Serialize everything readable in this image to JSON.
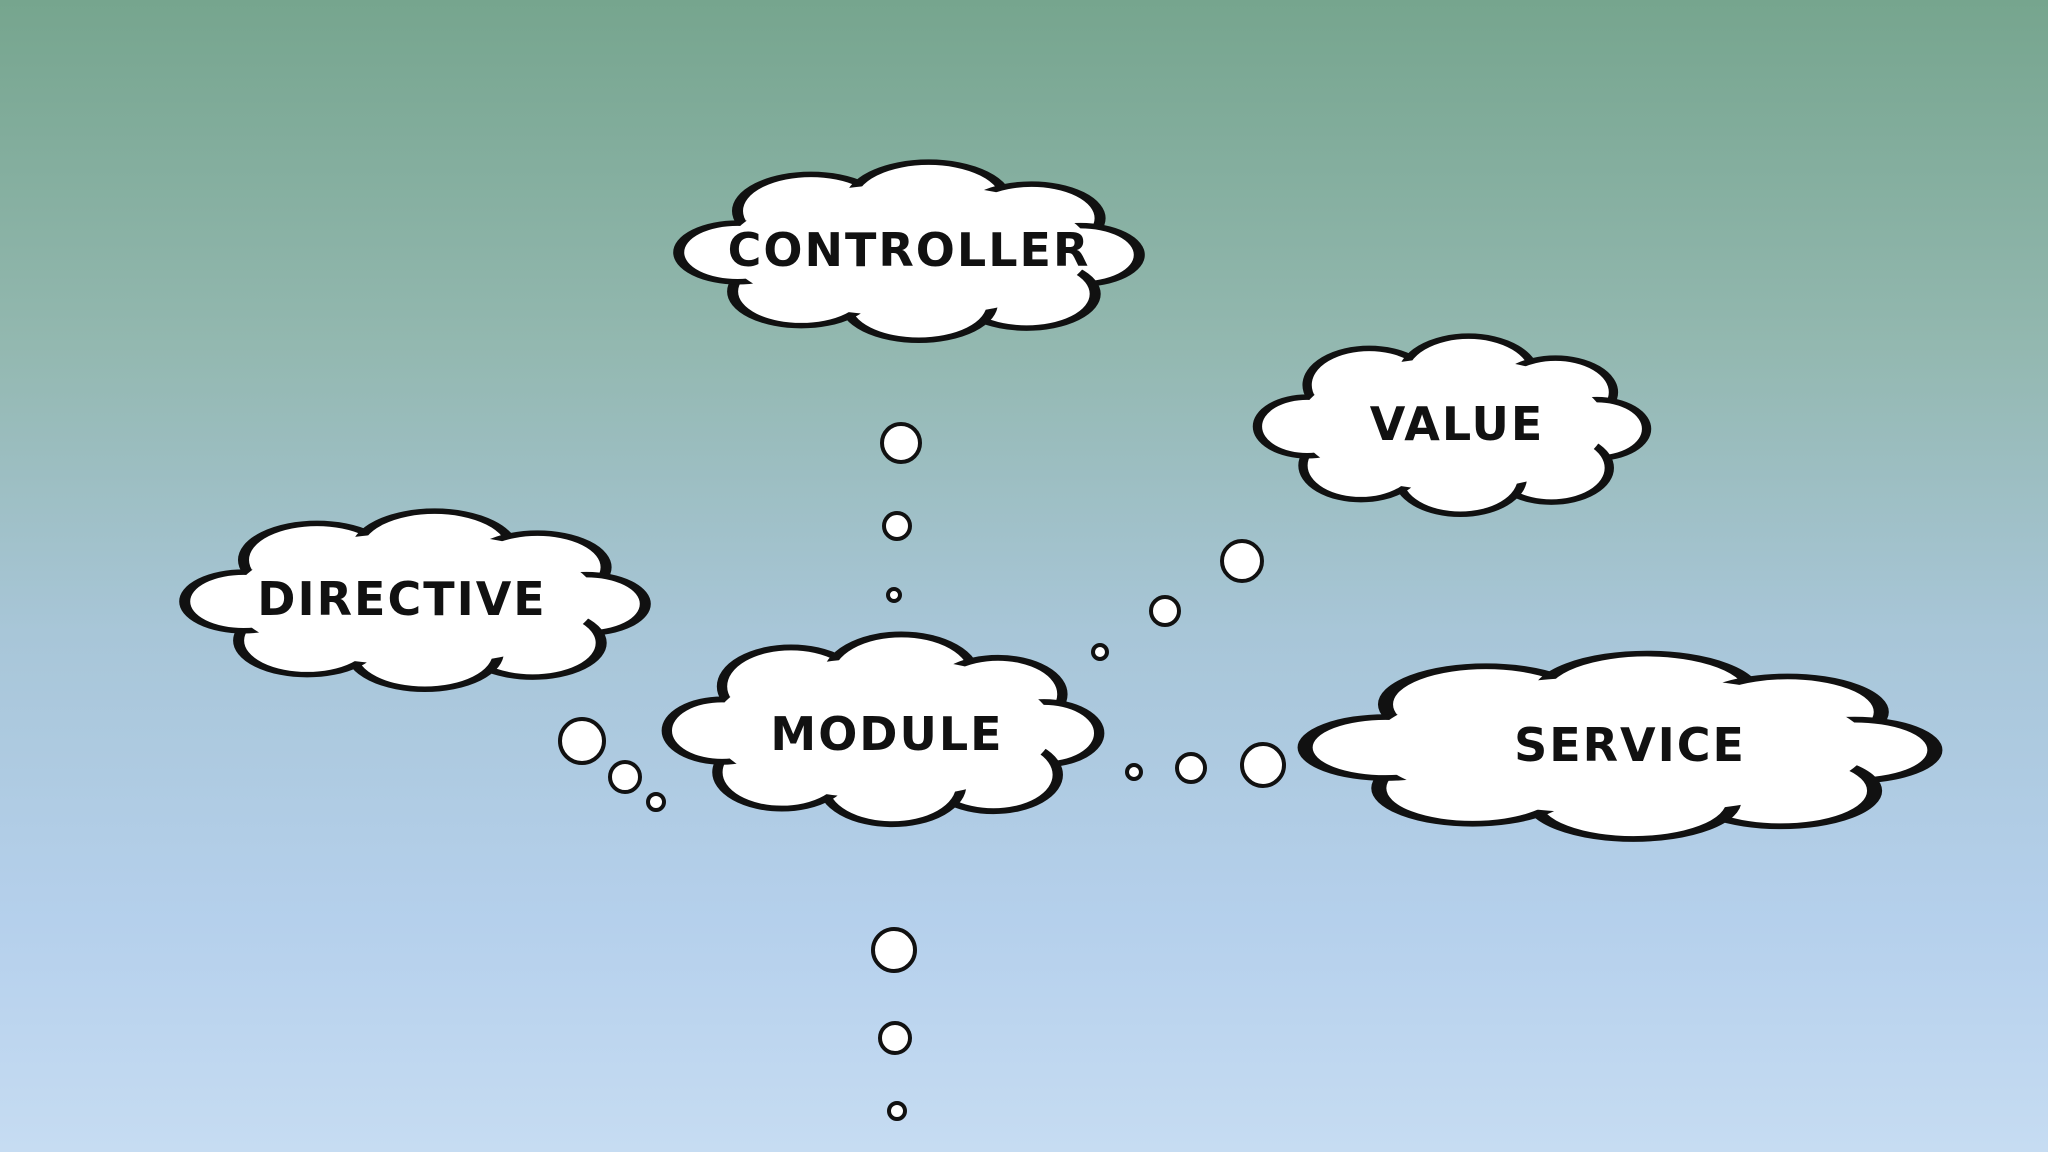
{
  "diagram": {
    "background_top": "#76a58e",
    "background_bottom": "#c6dcf2",
    "cloud_fill": "#ffffff",
    "outline_color": "#111111",
    "nodes": {
      "controller": {
        "label": "CONTROLLER"
      },
      "value": {
        "label": "VALUE"
      },
      "directive": {
        "label": "DIRECTIVE"
      },
      "module": {
        "label": "MODULE"
      },
      "service": {
        "label": "SERVICE"
      }
    },
    "connections": [
      {
        "from": "module",
        "to": "controller",
        "style": "thought-bubbles"
      },
      {
        "from": "module",
        "to": "value",
        "style": "thought-bubbles"
      },
      {
        "from": "module",
        "to": "directive",
        "style": "thought-bubbles"
      },
      {
        "from": "module",
        "to": "service",
        "style": "thought-bubbles"
      },
      {
        "from": "module",
        "to": "below",
        "style": "thought-bubbles"
      }
    ]
  }
}
